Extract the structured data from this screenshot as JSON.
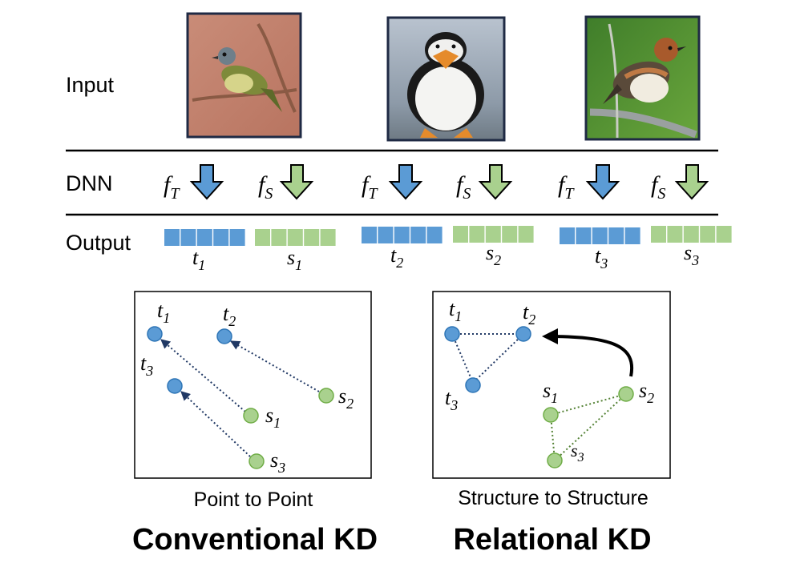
{
  "rows": {
    "input": "Input",
    "dnn": "DNN",
    "output": "Output"
  },
  "functions": {
    "teacher": {
      "symbol": "f",
      "subscript": "T"
    },
    "student": {
      "symbol": "f",
      "subscript": "S"
    }
  },
  "embeddings": [
    {
      "teacher": {
        "symbol": "t",
        "subscript": "1"
      },
      "student": {
        "symbol": "s",
        "subscript": "1"
      }
    },
    {
      "teacher": {
        "symbol": "t",
        "subscript": "2"
      },
      "student": {
        "symbol": "s",
        "subscript": "2"
      }
    },
    {
      "teacher": {
        "symbol": "t",
        "subscript": "3"
      },
      "student": {
        "symbol": "s",
        "subscript": "3"
      }
    }
  ],
  "panels": {
    "conventional": {
      "caption": "Point to Point",
      "title": "Conventional KD"
    },
    "relational": {
      "caption": "Structure to Structure",
      "title": "Relational KD"
    }
  },
  "colors": {
    "teacher": "#5b9bd5",
    "teacher_stroke": "#2e75b6",
    "student": "#a9d18e",
    "student_stroke": "#70ad47",
    "dotted_teacher": "#203864",
    "dotted_student": "#548235",
    "frame": "#1f2a44"
  },
  "icons": [
    "bird-photo-vireo",
    "bird-photo-puffin",
    "bird-photo-warbler",
    "down-arrow-icon",
    "curved-arrow-icon"
  ]
}
